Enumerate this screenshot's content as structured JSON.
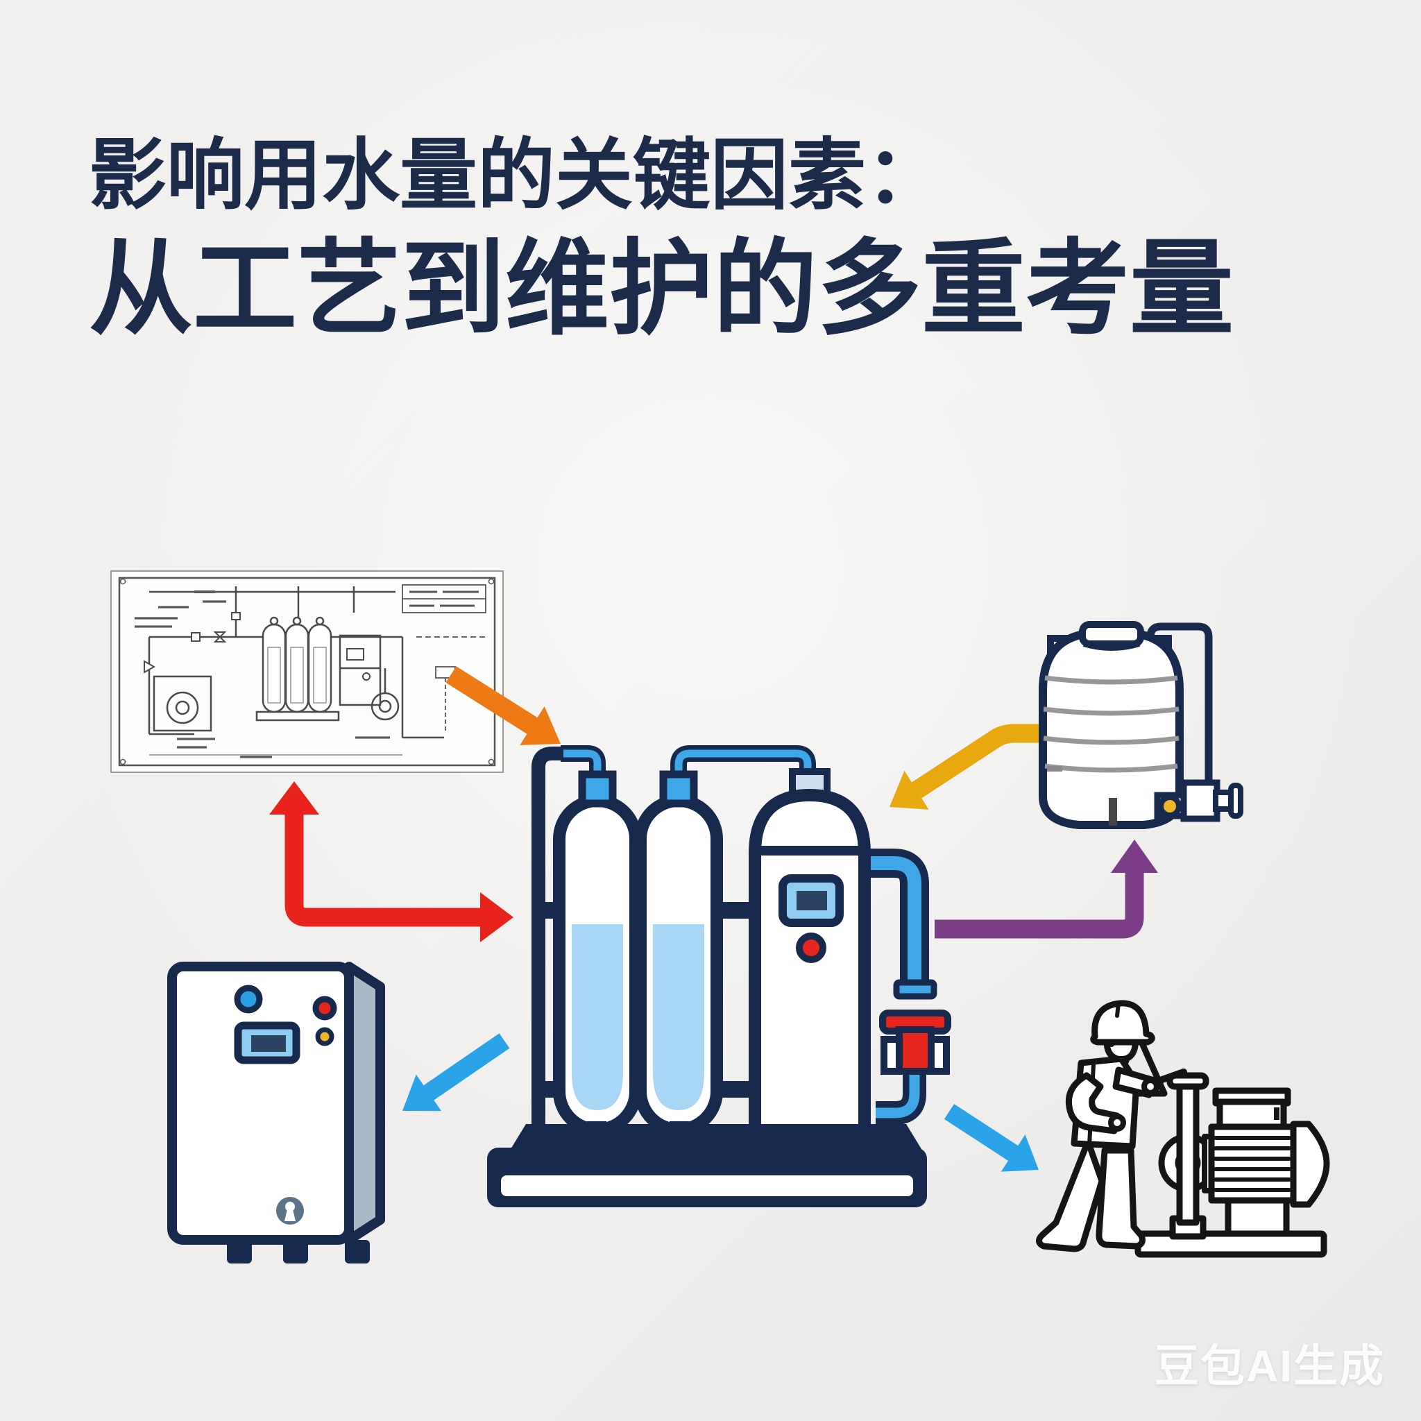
{
  "canvas": {
    "background": "#efeeec"
  },
  "title": {
    "line1": "影响用水量的关键因素：",
    "line2": "从工艺到维护的多重考量",
    "color": "#1c2b4a"
  },
  "watermark": {
    "text": "豆包AI生成"
  },
  "palette": {
    "navy": "#172a4d",
    "pipeBlue": "#3fa6e8",
    "water": "#a9d6f5",
    "screen": "#8fcdf0",
    "screenDark": "#2b4560",
    "red": "#e6251f",
    "amber": "#e9ب012",
    "amberDot": "#f0b429",
    "cabinetSide": "#aab9c6",
    "ink": "#151515",
    "blueprintLine": "#4a4a4a",
    "ribGray": "#979797"
  },
  "nodes": {
    "blueprint": {
      "icon": "process-blueprint-drawing"
    },
    "machine": {
      "icon": "water-treatment-filtration-unit"
    },
    "tank": {
      "icon": "water-storage-tank"
    },
    "cabinet": {
      "icon": "control-cabinet"
    },
    "maintenance": {
      "icon": "worker-servicing-pump"
    }
  },
  "arrows": {
    "orange": {
      "name": "blueprint-to-machine",
      "color": "#ee7a15"
    },
    "red": {
      "name": "machine-and-blueprint-elbow",
      "color": "#e8231d"
    },
    "yellow": {
      "name": "tank-to-machine",
      "color": "#e7a90f"
    },
    "purple": {
      "name": "machine-to-tank",
      "color": "#7b3d85"
    },
    "blueLeft": {
      "name": "machine-to-cabinet",
      "color": "#2aa3e9"
    },
    "blueRight": {
      "name": "machine-to-maintenance",
      "color": "#2aa3e9"
    }
  }
}
